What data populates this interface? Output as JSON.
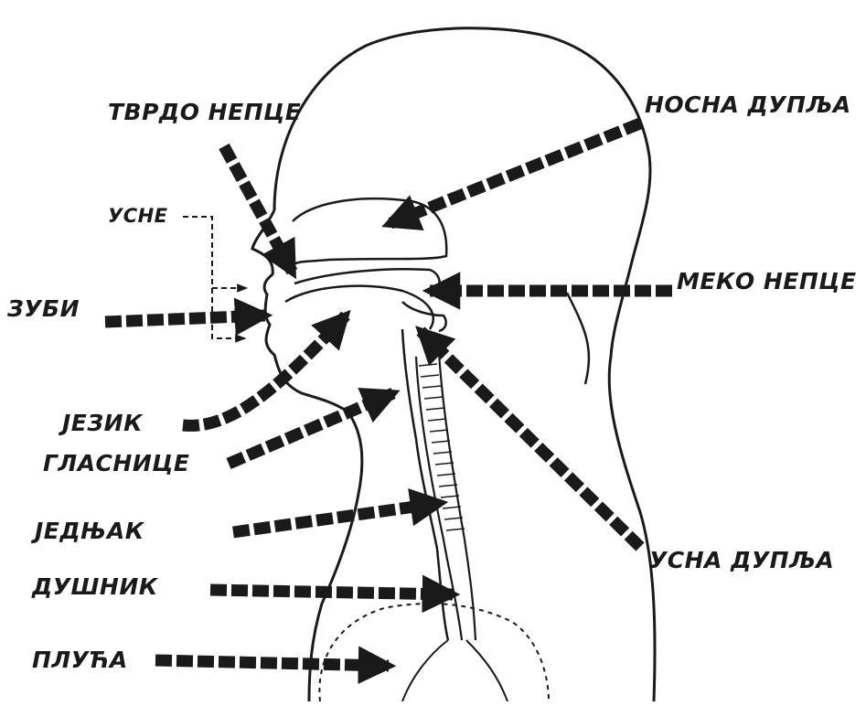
{
  "labels": {
    "tvrdo_nepce": "ТВРДО НЕПЦЕ",
    "nosna_duplja": "НОСНА ДУПЉА",
    "usne": "УСНЕ",
    "zubi": "ЗУБИ",
    "meko_nepce": "МЕКО НЕПЦЕ",
    "jezik": "ЈЕЗИК",
    "glasnice": "ГЛАСНИЦЕ",
    "jednjak": "ЈЕДЊАК",
    "dushnik": "ДУШНИК",
    "pluca": "ПЛУЋА",
    "usna_duplja": "УСНА ДУПЉА"
  },
  "colors": {
    "ink": "#1a1a1a",
    "paper": "#ffffff"
  }
}
